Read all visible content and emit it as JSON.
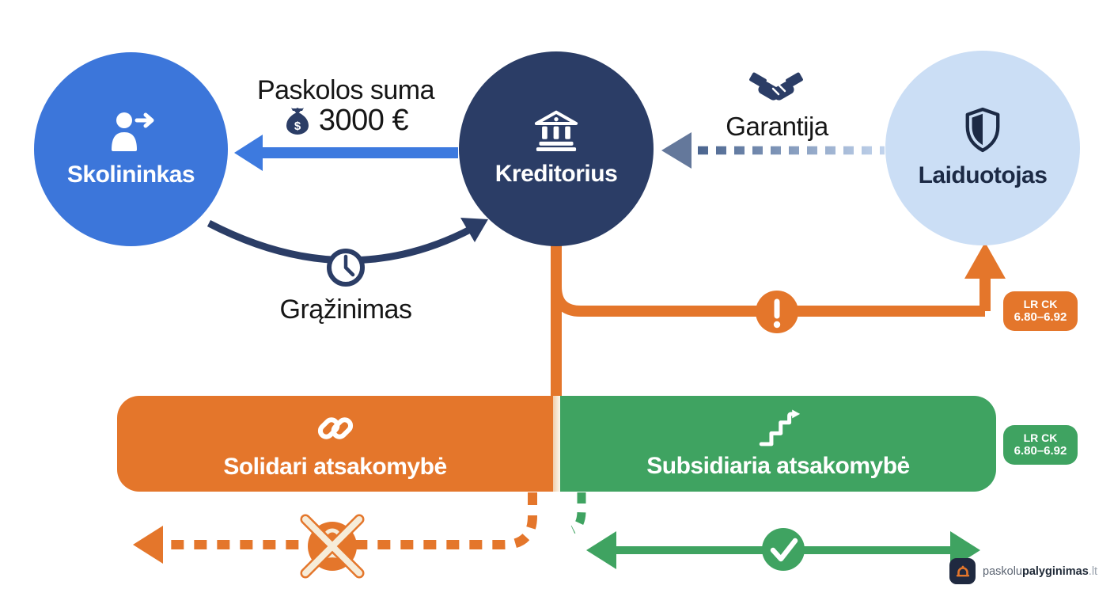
{
  "palette": {
    "blue": "#3C76DA",
    "navy": "#2B3D66",
    "light_blue": "#CBDEF5",
    "orange": "#E4762B",
    "green": "#3FA361",
    "slate_arrow": "#64789B",
    "text_dark": "#161616",
    "white": "#FFFFFF"
  },
  "nodes": {
    "debtor": {
      "label": "Skolininkas",
      "icon": "person-arrow-icon"
    },
    "creditor": {
      "label": "Kreditorius",
      "icon": "bank-icon"
    },
    "guarantor": {
      "label": "Laiduotojas",
      "icon": "shield-icon"
    }
  },
  "flows": {
    "loan": {
      "label": "Paskolos suma",
      "amount": "3000 €",
      "icon": "money-bag-icon"
    },
    "guarantee": {
      "label": "Garantija",
      "icon": "handshake-icon"
    },
    "repayment": {
      "label": "Grąžinimas",
      "icon": "clock-icon"
    },
    "claim": {
      "icon": "exclamation-icon"
    },
    "blocked": {
      "icon": "crossed-person-icon"
    },
    "allowed": {
      "icon": "check-icon"
    }
  },
  "bars": {
    "solidary": {
      "label": "Solidari atsakomybė",
      "icon": "chain-link-icon"
    },
    "subsidiary": {
      "label": "Subsidiaria atsakomybė",
      "icon": "steps-arrow-icon"
    }
  },
  "badges": {
    "solidary": {
      "line1": "LR CK",
      "line2": "6.80–6.92"
    },
    "subsidiary": {
      "line1": "LR CK",
      "line2": "6.80–6.92"
    }
  },
  "logo": {
    "part1": "paskolu",
    "part2": "palyginimas",
    "part3": ".lt",
    "icon": "brand-icon"
  }
}
